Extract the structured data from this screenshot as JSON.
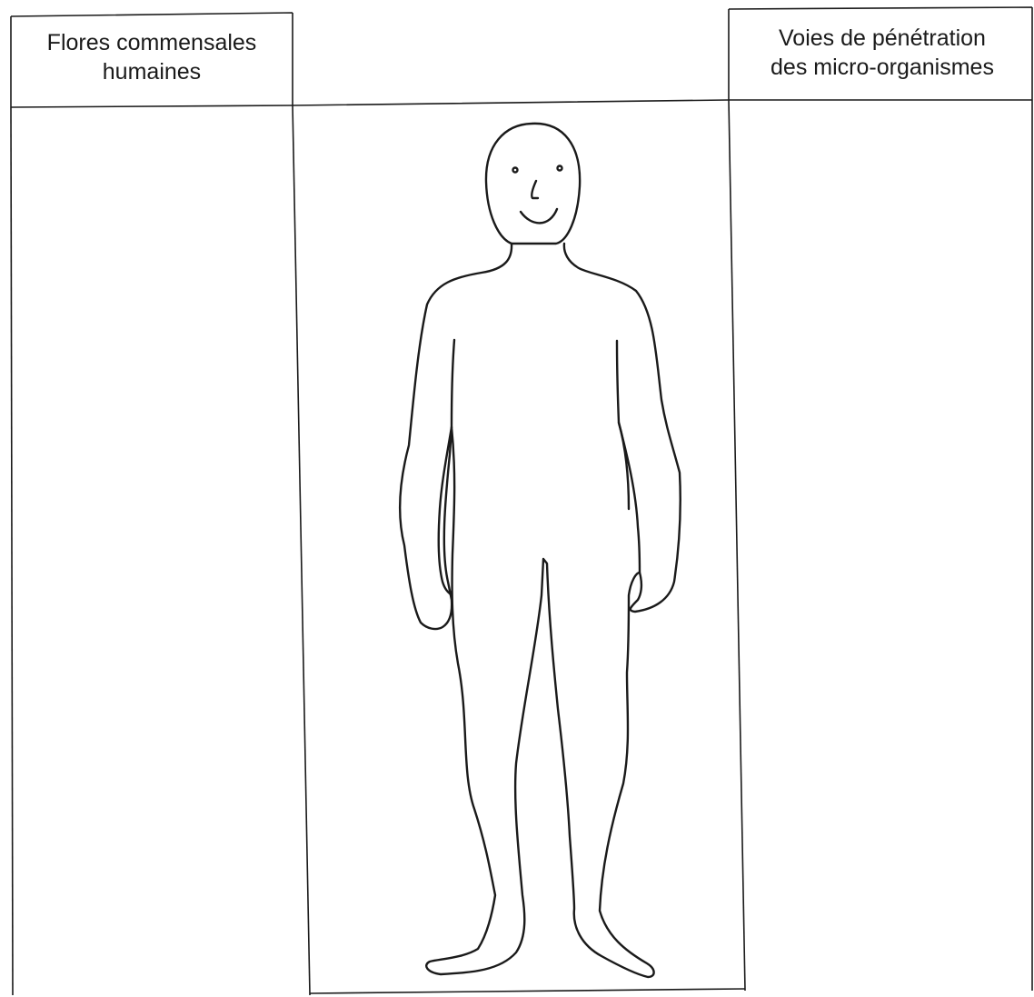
{
  "table": {
    "left_header": {
      "line1": "Flores commensales",
      "line2": "humaines"
    },
    "right_header": {
      "line1": "Voies de pénétration",
      "line2": "des micro-organismes"
    },
    "left_column_content": "",
    "right_column_content": ""
  },
  "figure": {
    "subject": "human-body-outline"
  },
  "colors": {
    "line": "#1a1a1a",
    "background": "#ffffff"
  }
}
